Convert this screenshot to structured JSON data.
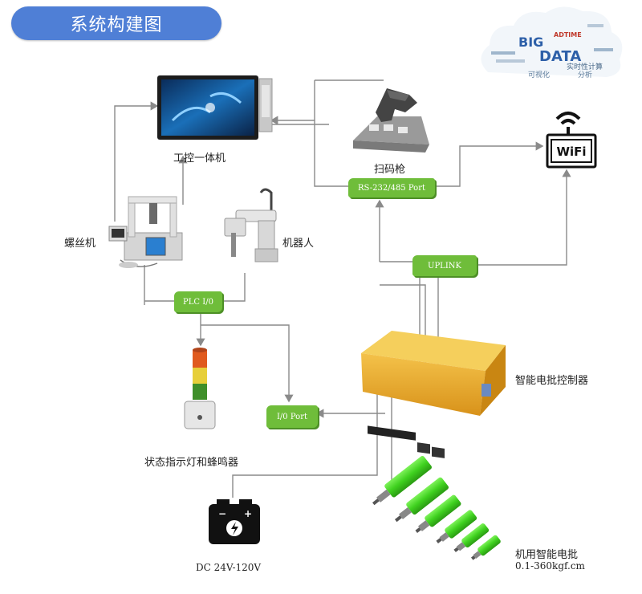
{
  "header": {
    "title": "系统构建图"
  },
  "nodes": {
    "panel_pc": "工控一体机",
    "screw_machine": "螺丝机",
    "robot": "机器人",
    "scanner": "扫码枪",
    "controller": "智能电批控制器",
    "status_light": "状态指示灯和蜂鸣器",
    "power": "DC 24V-120V",
    "screwdriver_name": "机用智能电批",
    "screwdriver_range": "0.1-360kgf.cm"
  },
  "ports": {
    "rs232": "RS-232/485 Port",
    "uplink": "UPLINK",
    "plc": "PLC I/0",
    "io": "I/0 Port"
  },
  "cloud": {
    "big": "BIG",
    "data": "DATA",
    "adtime": "ADTIME",
    "realtime": "实时性计算",
    "visual": "可视化",
    "analysis": "分析"
  },
  "wifi": {
    "label": "WiFi"
  },
  "colors": {
    "title_bg": "#4f7fd6",
    "port_green": "#6fbd3a",
    "controller_gold": "#e8a81c",
    "screwdriver_green": "#3fd11f",
    "line_gray": "#8a8a8a"
  }
}
